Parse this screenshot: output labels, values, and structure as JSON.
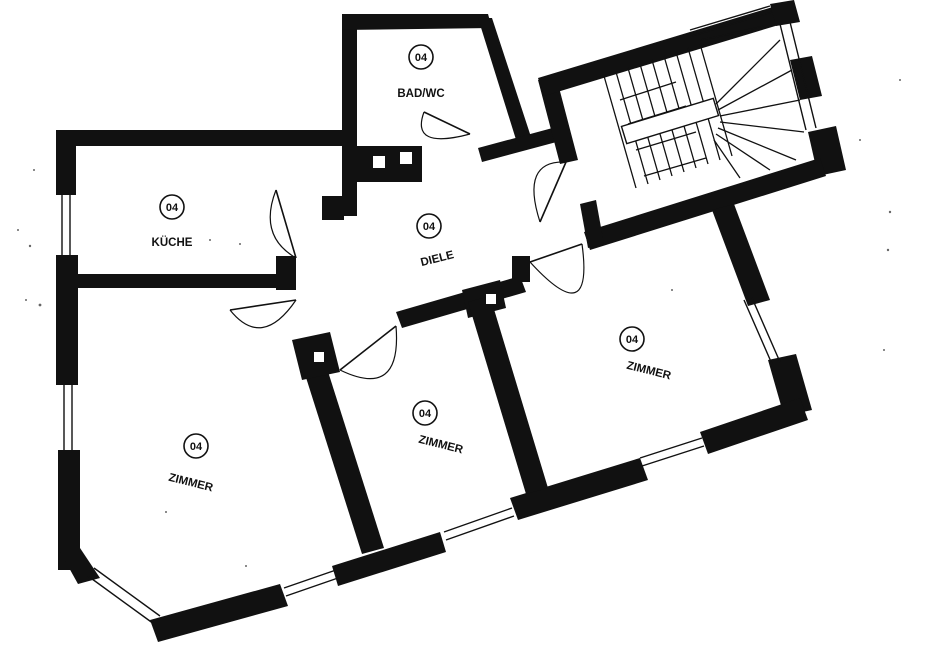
{
  "rooms": [
    {
      "id": "bad",
      "number": "04",
      "name": "BAD/WC"
    },
    {
      "id": "kueche",
      "number": "04",
      "name": "KÜCHE"
    },
    {
      "id": "diele",
      "number": "04",
      "name": "DIELE"
    },
    {
      "id": "zimmer_left",
      "number": "04",
      "name": "ZIMMER"
    },
    {
      "id": "zimmer_middle",
      "number": "04",
      "name": "ZIMMER"
    },
    {
      "id": "zimmer_right",
      "number": "04",
      "name": "ZIMMER"
    }
  ],
  "colors": {
    "wall": "#111111",
    "background": "#ffffff"
  }
}
